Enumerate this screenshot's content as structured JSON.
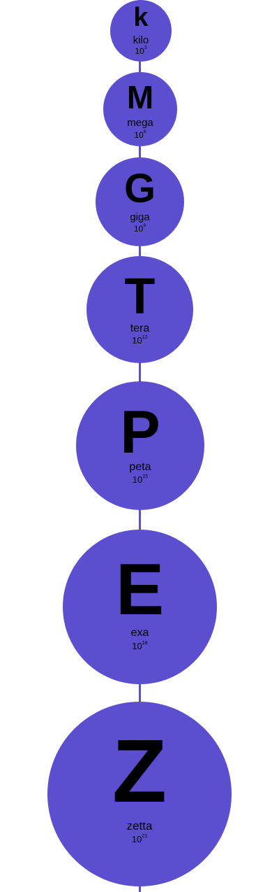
{
  "colors": {
    "circle_fill": "#5b4fcf",
    "stem": "#5b4fcf",
    "text": "#000000"
  },
  "prefixes": [
    {
      "symbol": "k",
      "name": "kilo",
      "base": "10",
      "exponent": "3"
    },
    {
      "symbol": "M",
      "name": "mega",
      "base": "10",
      "exponent": "6"
    },
    {
      "symbol": "G",
      "name": "giga",
      "base": "10",
      "exponent": "9"
    },
    {
      "symbol": "T",
      "name": "tera",
      "base": "10",
      "exponent": "12"
    },
    {
      "symbol": "P",
      "name": "peta",
      "base": "10",
      "exponent": "15"
    },
    {
      "symbol": "E",
      "name": "exa",
      "base": "10",
      "exponent": "18"
    },
    {
      "symbol": "Z",
      "name": "zetta",
      "base": "10",
      "exponent": "21"
    }
  ]
}
